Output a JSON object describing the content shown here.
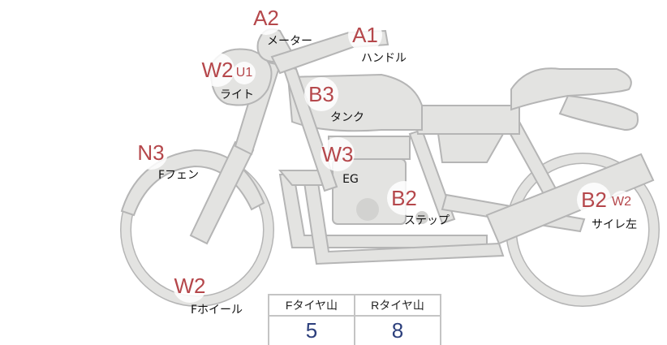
{
  "parts": [
    {
      "id": "meter",
      "codes": [
        "A2"
      ],
      "label": "メーター"
    },
    {
      "id": "handle",
      "codes": [
        "A1"
      ],
      "label": "ハンドル"
    },
    {
      "id": "light",
      "codes": [
        "W2",
        "U1"
      ],
      "label": "ライト"
    },
    {
      "id": "tank",
      "codes": [
        "B3"
      ],
      "label": "タンク"
    },
    {
      "id": "f-fender",
      "codes": [
        "N3"
      ],
      "label": "Fフェン"
    },
    {
      "id": "engine",
      "codes": [
        "W3"
      ],
      "label": "EG"
    },
    {
      "id": "step",
      "codes": [
        "B2"
      ],
      "label": "ステップ"
    },
    {
      "id": "muffler-left",
      "codes": [
        "B2",
        "W2"
      ],
      "label": "サイレ左"
    },
    {
      "id": "f-wheel",
      "codes": [
        "W2"
      ],
      "label": "Fホイール"
    }
  ],
  "tire_table": {
    "headers": [
      "Fタイヤ山",
      "Rタイヤ山"
    ],
    "values": [
      "5",
      "8"
    ]
  },
  "colors": {
    "code": "#b5474b",
    "body": "#e3e3e1",
    "outline": "#b5b5b5",
    "value": "#2c3f7c"
  }
}
